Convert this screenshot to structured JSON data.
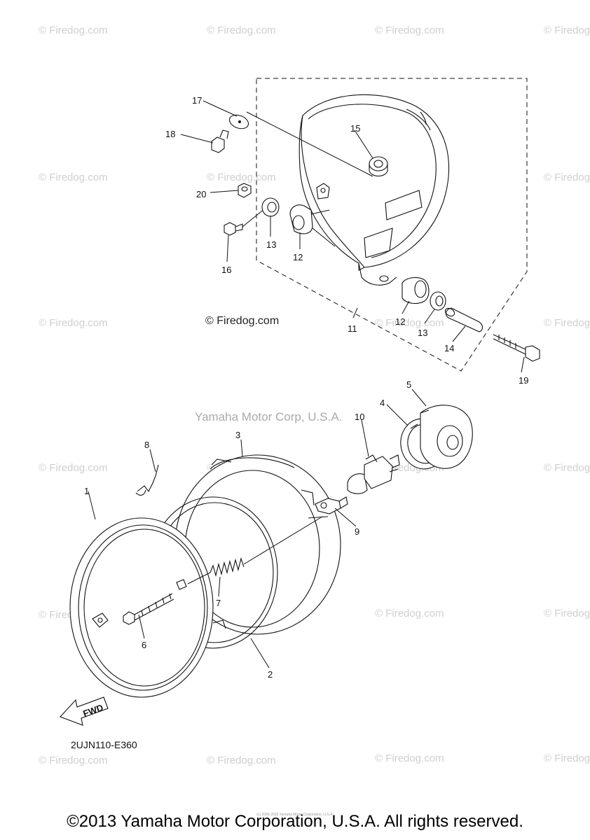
{
  "watermark_text": "© Firedog.com",
  "inline_watermark": "© Firedog.com",
  "yamaha_watermark": "Yamaha Motor Corp, U.S.A.",
  "diagram_code": "2UJN110-E360",
  "fwd_label": "FWD",
  "copyright": "©2013 Yamaha Motor Corporation, U.S.A. All rights reserved.",
  "tiny_note": "(c) 2005-2016 Yamaha Motor Corporation, U.S.A.",
  "part_labels": {
    "p1": "1",
    "p2": "2",
    "p3": "3",
    "p4": "4",
    "p5": "5",
    "p6": "6",
    "p7": "7",
    "p8": "8",
    "p9": "9",
    "p10": "10",
    "p11": "11",
    "p12a": "12",
    "p12b": "12",
    "p13a": "13",
    "p13b": "13",
    "p14": "14",
    "p15": "15",
    "p16": "16",
    "p17": "17",
    "p18": "18",
    "p19": "19",
    "p20": "20"
  }
}
